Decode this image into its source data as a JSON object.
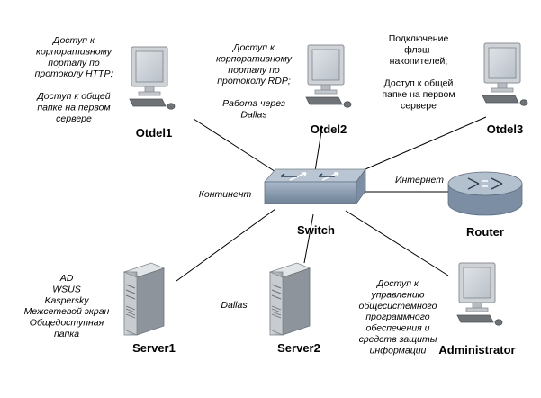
{
  "nodes": {
    "otdel1": "Otdel1",
    "otdel2": "Otdel2",
    "otdel3": "Otdel3",
    "switch": "Switch",
    "router": "Router",
    "server1": "Server1",
    "server2": "Server2",
    "administrator": "Administrator"
  },
  "notes": {
    "otdel1": [
      "Доступ к",
      "корпоративному",
      "порталу по",
      "протоколу HTTP;",
      "",
      "Доступ к общей",
      "папке на первом",
      "сервере"
    ],
    "otdel2": [
      "Доступ к",
      "корпоративному",
      "порталу по",
      "протоколу RDP;",
      "",
      "Работа через",
      "Dallas"
    ],
    "otdel3": [
      "Подключение",
      "флэш-",
      "накопителей;",
      "",
      "Доступ к общей",
      "папке на первом",
      "сервере"
    ],
    "switch_link": "Континент",
    "router_link": "Интернет",
    "server1": [
      "AD",
      "WSUS",
      "Kaspersky",
      "Межсетевой экран",
      "Общедоступная",
      "папка"
    ],
    "server2": "Dallas",
    "administrator": [
      "Доступ к",
      "управлению",
      "общесистемного",
      "программного",
      "обеспечения и",
      "средств защиты",
      "информации"
    ]
  }
}
